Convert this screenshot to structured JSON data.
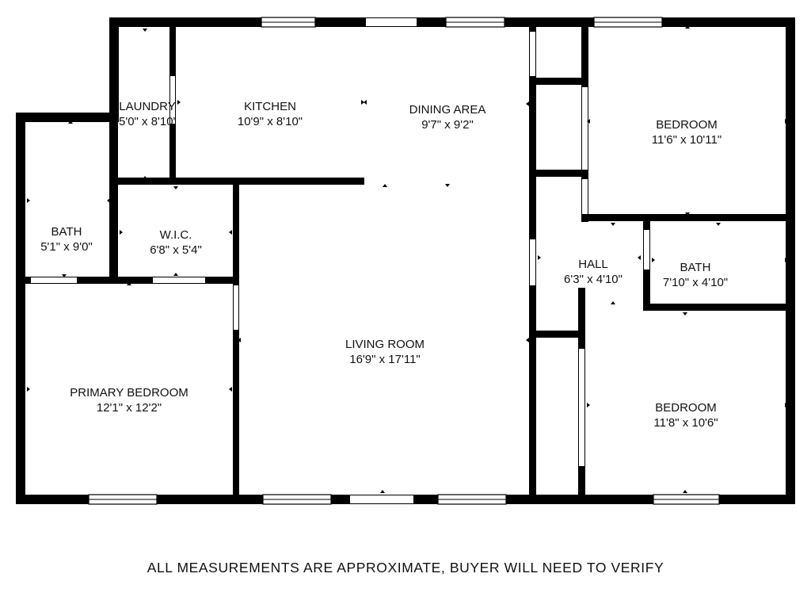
{
  "rooms": {
    "laundry": {
      "name": "LAUNDRY",
      "size": "5'0\" x 8'10\""
    },
    "kitchen": {
      "name": "KITCHEN",
      "size": "10'9\" x 8'10\""
    },
    "dining": {
      "name": "DINING AREA",
      "size": "9'7\" x 9'2\""
    },
    "bedroom_top": {
      "name": "BEDROOM",
      "size": "11'6\" x 10'11\""
    },
    "bath_left": {
      "name": "BATH",
      "size": "5'1\" x 9'0\""
    },
    "wic": {
      "name": "W.I.C.",
      "size": "6'8\" x 5'4\""
    },
    "hall": {
      "name": "HALL",
      "size": "6'3\" x 4'10\""
    },
    "bath_right": {
      "name": "BATH",
      "size": "7'10\" x 4'10\""
    },
    "living": {
      "name": "LIVING ROOM",
      "size": "16'9\" x 17'11\""
    },
    "primary": {
      "name": "PRIMARY BEDROOM",
      "size": "12'1\" x 12'2\""
    },
    "bedroom_bottom": {
      "name": "BEDROOM",
      "size": "11'8\" x 10'6\""
    }
  },
  "footer": {
    "disclaimer": "ALL MEASUREMENTS ARE APPROXIMATE, BUYER WILL NEED TO VERIFY"
  },
  "colors": {
    "wall": "#000000",
    "background": "#ffffff"
  }
}
